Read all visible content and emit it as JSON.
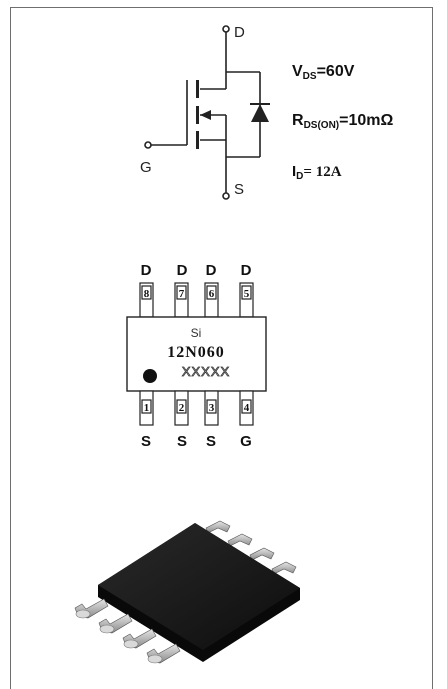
{
  "mosfet": {
    "pins": {
      "drain": "D",
      "gate": "G",
      "source": "S"
    },
    "specs": {
      "vds": {
        "main": "V",
        "sub": "DS",
        "value": "=60V"
      },
      "rds": {
        "main": "R",
        "sub": "DS(ON)",
        "value": "=10mΩ"
      },
      "id": {
        "main": "I",
        "sub": "D",
        "value": "= 12A"
      }
    }
  },
  "package_pinout": {
    "top_pins": [
      {
        "label": "D",
        "number": "8"
      },
      {
        "label": "D",
        "number": "7"
      },
      {
        "label": "D",
        "number": "6"
      },
      {
        "label": "D",
        "number": "5"
      }
    ],
    "bottom_pins": [
      {
        "label": "S",
        "number": "1"
      },
      {
        "label": "S",
        "number": "2"
      },
      {
        "label": "S",
        "number": "3"
      },
      {
        "label": "G",
        "number": "4"
      }
    ],
    "brand": "Si",
    "part_number": "12N060",
    "date_code": "XXXXX"
  },
  "colors": {
    "line": "#222222",
    "chip_body": "#1b1b1b",
    "lead": "#c8c8c8",
    "frame": "#6f6f6f"
  }
}
